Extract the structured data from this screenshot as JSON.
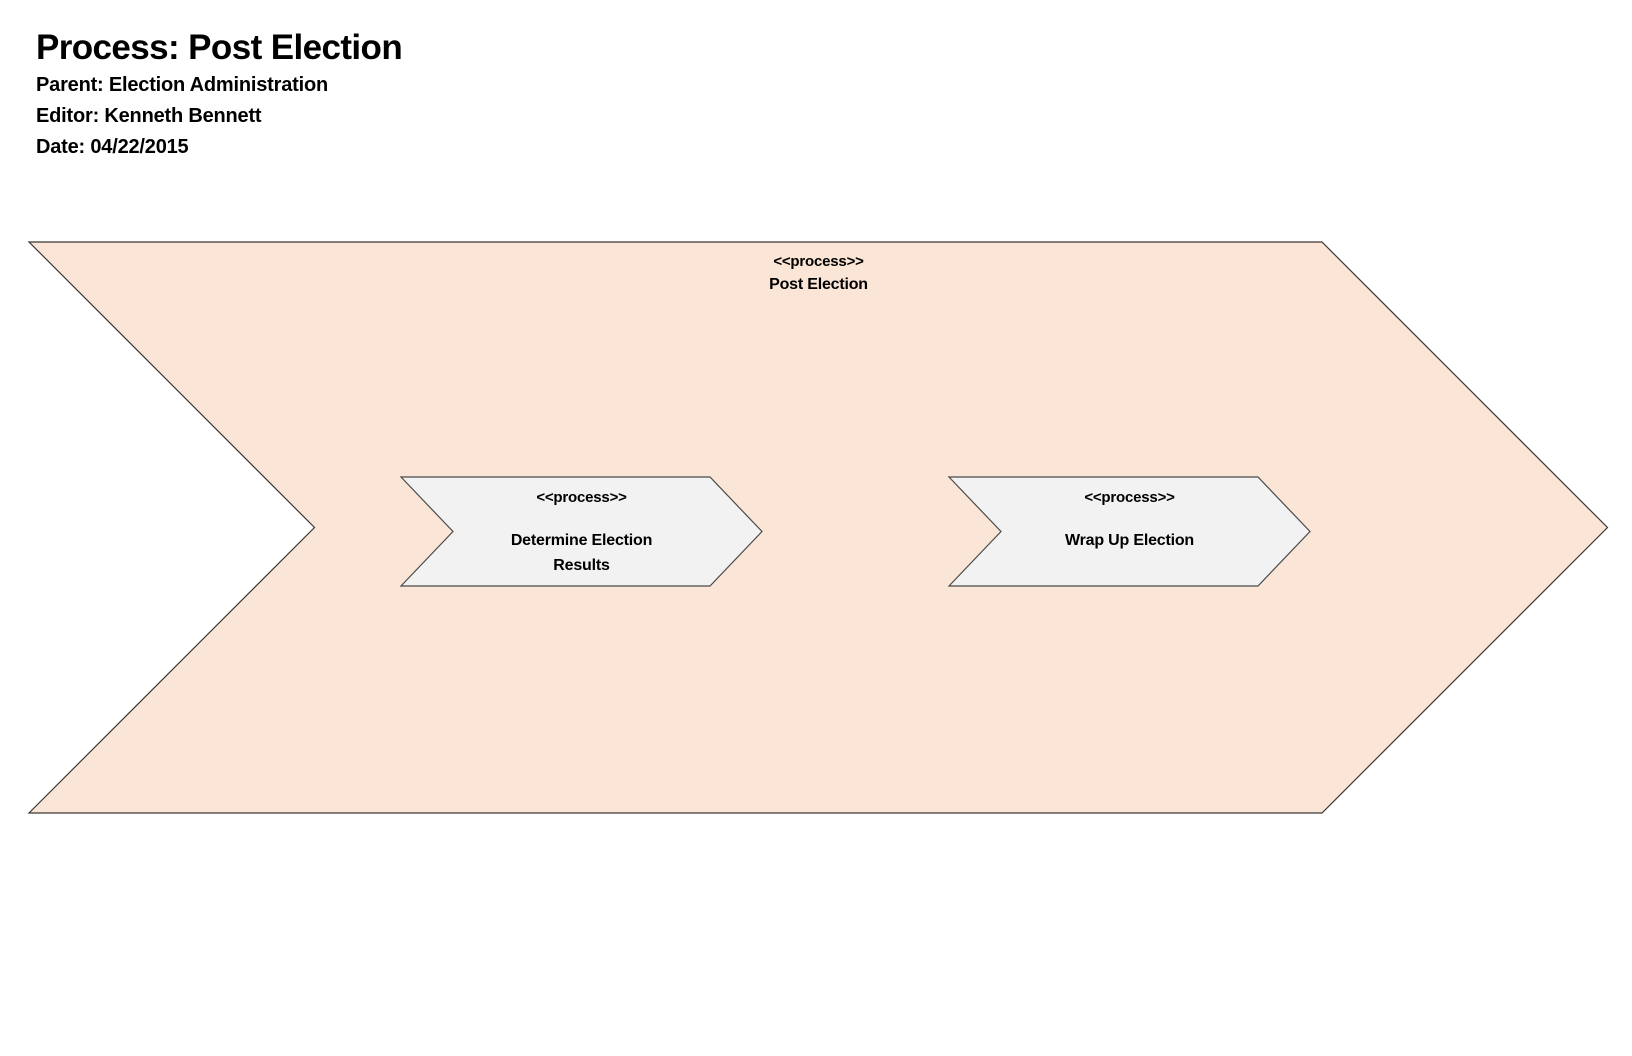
{
  "header": {
    "title": "Process: Post Election",
    "parent_line": "Parent: Election Administration",
    "editor_line": "Editor: Kenneth Bennett",
    "date_line": "Date: 04/22/2015"
  },
  "diagram": {
    "container": {
      "stereotype": "<<process>>",
      "name": "Post Election",
      "fill": "#FBE5D6",
      "border": "#3A3633"
    },
    "steps": [
      {
        "stereotype": "<<process>>",
        "name_lines": [
          "Determine Election",
          "Results"
        ],
        "fill": "#F2F2F2",
        "border": "#4A4A4A"
      },
      {
        "stereotype": "<<process>>",
        "name": "Wrap Up Election",
        "fill": "#F2F2F2",
        "border": "#4A4A4A"
      }
    ]
  }
}
